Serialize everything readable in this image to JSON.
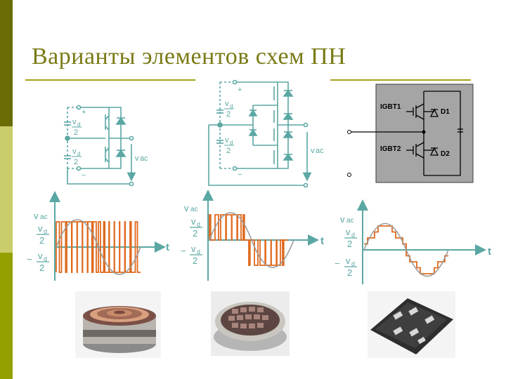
{
  "slide": {
    "title": "Варианты элементов схем ПН"
  },
  "circuit_labels": {
    "plus": "+",
    "minus": "−",
    "vd": "v",
    "vd_sub": "d",
    "two": "2",
    "vac": "v",
    "vac_sub": "ac",
    "igbt1": "IGBT1",
    "igbt2": "IGBT2",
    "d1": "D1",
    "d2": "D2"
  },
  "waveform_labels": {
    "t": "t",
    "vac": "v",
    "vac_sub": "ac",
    "vd": "v",
    "vd_sub": "d",
    "two": "2",
    "minus": "−"
  },
  "colors": {
    "teal": "#5aa7a3",
    "orange": "#e0691f",
    "sine": "#9a9a9a",
    "module_bg": "#a5a5a5"
  },
  "photos": [
    "press-pack-thyristor-photo",
    "press-pack-igbt-photo",
    "igbt-module-photo"
  ]
}
